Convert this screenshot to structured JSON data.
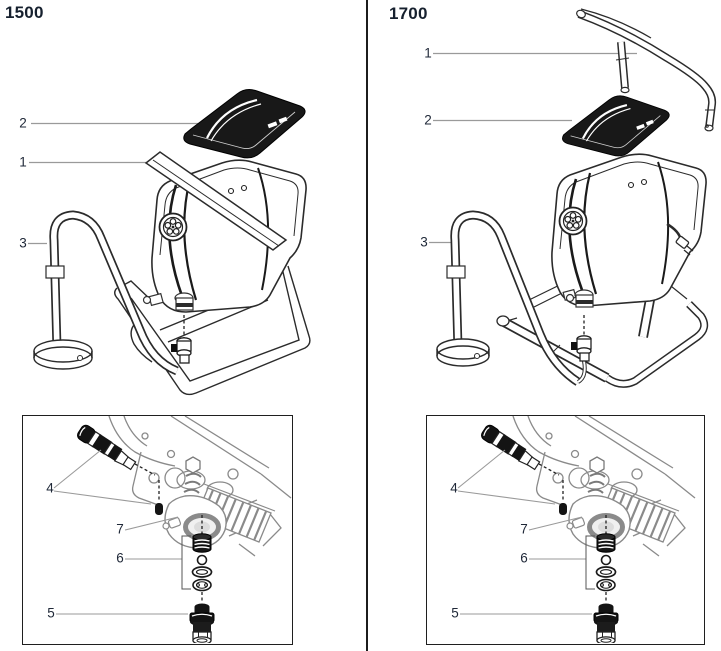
{
  "panels": [
    {
      "model": "1500",
      "callouts": [
        "1",
        "2",
        "3"
      ]
    },
    {
      "model": "1700",
      "callouts": [
        "1",
        "2",
        "3"
      ]
    }
  ],
  "detail_boxes": [
    {
      "callouts": [
        "4",
        "7",
        "6",
        "5"
      ]
    },
    {
      "callouts": [
        "4",
        "7",
        "6",
        "5"
      ]
    }
  ],
  "colors": {
    "line_dark": "#2b2b2b",
    "line_gray": "#8a8a8a",
    "leader_line": "#9a9a9a",
    "label_text": "#1f2838",
    "part_fill_dark": "#141414",
    "background": "#ffffff"
  }
}
